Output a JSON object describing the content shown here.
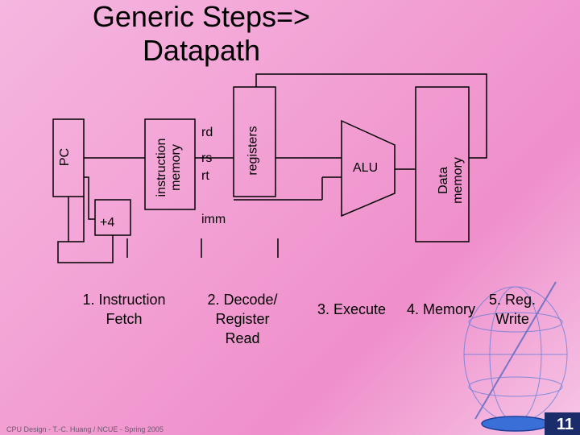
{
  "title": {
    "line1": "Generic Steps=>",
    "line2": "Datapath"
  },
  "blocks": {
    "pc": "PC",
    "imem_line1": "instruction",
    "imem_line2": "memory",
    "adder": "+4",
    "rd": "rd",
    "rs": "rs",
    "rt": "rt",
    "imm": "imm",
    "registers": "registers",
    "alu": "ALU",
    "dmem_line1": "Data",
    "dmem_line2": "memory"
  },
  "steps": {
    "s1_line1": "1. Instruction",
    "s1_line2": "Fetch",
    "s2_line1": "2. Decode/",
    "s2_line2": "Register",
    "s2_line3": "Read",
    "s3": "3. Execute",
    "s4": "4. Memory",
    "s5_line1": "5. Reg.",
    "s5_line2": "Write"
  },
  "footer": "CPU Design - T.-C. Huang / NCUE - Spring 2005",
  "page_number": "11",
  "colors": {
    "background": "#f3a4d6",
    "lines": "#000000",
    "globe": "#3b6fd8"
  }
}
